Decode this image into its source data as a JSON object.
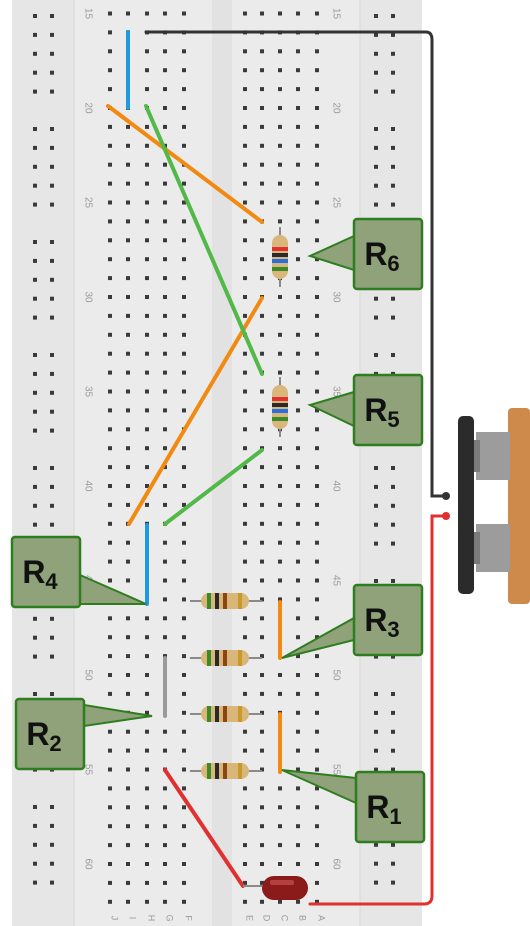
{
  "breadboard": {
    "row_numbers": [
      "15",
      "20",
      "25",
      "30",
      "35",
      "40",
      "45",
      "50",
      "55",
      "60"
    ],
    "column_letters": [
      "J",
      "I",
      "H",
      "G",
      "F",
      "E",
      "D",
      "C",
      "B",
      "A"
    ]
  },
  "labels": [
    {
      "id": "R6",
      "main": "R",
      "sub": "6"
    },
    {
      "id": "R5",
      "main": "R",
      "sub": "5"
    },
    {
      "id": "R4",
      "main": "R",
      "sub": "4"
    },
    {
      "id": "R3",
      "main": "R",
      "sub": "3"
    },
    {
      "id": "R2",
      "main": "R",
      "sub": "2"
    },
    {
      "id": "R1",
      "main": "R",
      "sub": "1"
    }
  ],
  "colors": {
    "board": "#ebebeb",
    "hole": "#3a3a3a",
    "wire_blue": "#1e9be0",
    "wire_orange": "#f28a12",
    "wire_green": "#52b848",
    "wire_black": "#333333",
    "wire_red": "#e03030",
    "wire_gray": "#9a9a9a",
    "label_fill": "#8fa27a",
    "label_border": "#2e7d1f",
    "led": "#8b1a1a",
    "battery": "#cd8a4a"
  }
}
